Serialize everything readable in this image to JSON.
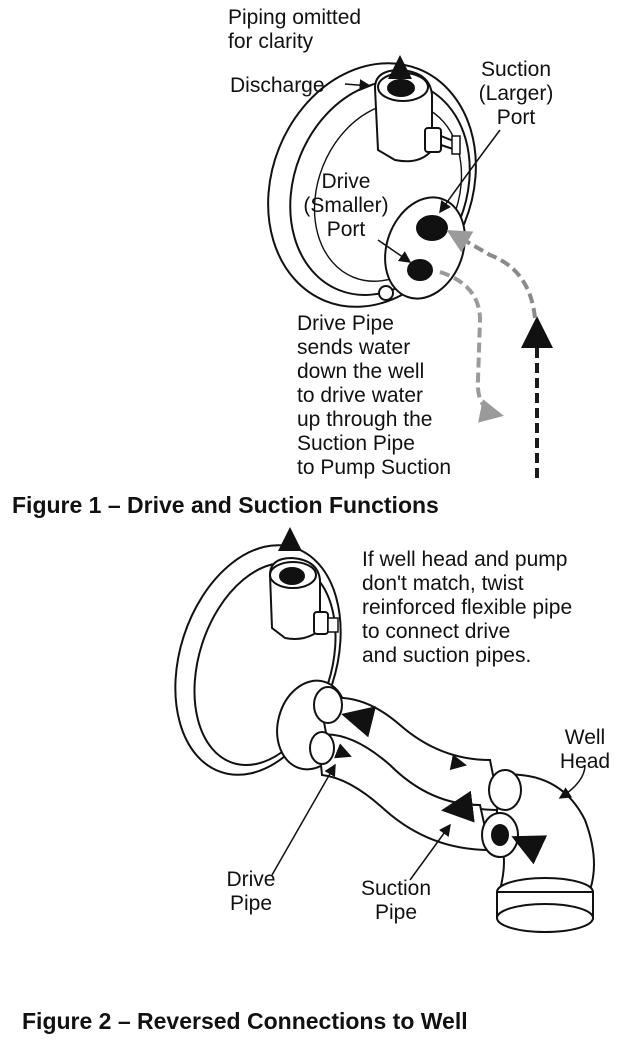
{
  "figure1": {
    "caption": "Figure 1 – Drive and Suction Functions",
    "labels": {
      "piping_omitted_line1": "Piping omitted",
      "piping_omitted_line2": "for clarity",
      "discharge": "Discharge",
      "suction_line1": "Suction",
      "suction_line2": "(Larger)",
      "suction_line3": "Port",
      "drive_line1": "Drive",
      "drive_line2": "(Smaller)",
      "drive_line3": "Port",
      "note_line1": "Drive Pipe",
      "note_line2": "sends water",
      "note_line3": "down the well",
      "note_line4": "to drive water",
      "note_line5": "up through the",
      "note_line6": "Suction Pipe",
      "note_line7": "to Pump Suction"
    }
  },
  "figure2": {
    "caption": "Figure 2 – Reversed Connections to Well",
    "labels": {
      "note_line1": "If well head and pump",
      "note_line2": "don't match, twist",
      "note_line3": "reinforced flexible pipe",
      "note_line4": "to connect drive",
      "note_line5": "and suction pipes.",
      "well_line1": "Well",
      "well_line2": "Head",
      "drive_line1": "Drive",
      "drive_line2": "Pipe",
      "suction_line1": "Suction",
      "suction_line2": "Pipe"
    }
  },
  "colors": {
    "line": "#111111",
    "drive_flow": "#9a9a9a",
    "suction_flow": "#1a1a1a"
  }
}
